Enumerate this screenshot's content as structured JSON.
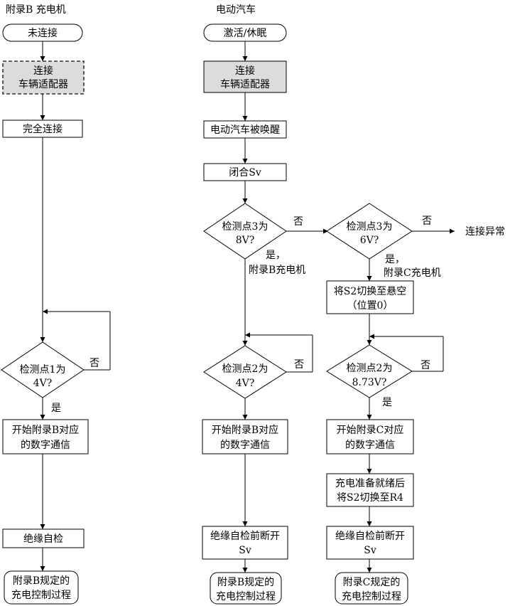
{
  "headers": {
    "left": "附录B 充电机",
    "right": "电动汽车"
  },
  "left": {
    "unconnected": "未连接",
    "connect_line1": "连接",
    "connect_line2": "车辆适配器",
    "full_connect": "完全连接",
    "check1_line1": "检测点1为",
    "check1_line2": "4V?",
    "no": "否",
    "yes": "是",
    "comm_line1": "开始附录B对应",
    "comm_line2": "的数字通信",
    "insulation": "绝缘自检",
    "proc_line1": "附录B规定的",
    "proc_line2": "充电控制过程"
  },
  "mid": {
    "wake": "激活/休眠",
    "connect_line1": "连接",
    "connect_line2": "车辆适配器",
    "ev_woken": "电动汽车被唤醒",
    "close_sv": "闭合Sv",
    "check3_line1": "检测点3为",
    "check3_line2": "8V?",
    "no": "否",
    "yes_line1": "是，",
    "yes_line2": "附录B充电机",
    "check2_line1": "检测点2为",
    "check2_line2": "4V?",
    "no2": "否",
    "comm_line1": "开始附录B对应",
    "comm_line2": "的数字通信",
    "insul_line1": "绝缘自检前断开",
    "insul_line2": "Sv",
    "proc_line1": "附录B规定的",
    "proc_line2": "充电控制过程"
  },
  "right": {
    "check3_line1": "检测点3为",
    "check3_line2": "6V?",
    "no": "否",
    "abnormal": "连接异常",
    "yes_line1": "是，",
    "yes_line2": "附录C充电机",
    "switch_line1": "将S2切换至悬空",
    "switch_line2": "（位置0）",
    "check2_line1": "检测点2为",
    "check2_line2": "8.73V?",
    "no2": "否",
    "yes2": "是",
    "comm_line1": "开始附录C对应",
    "comm_line2": "的数字通信",
    "ready_line1": "充电准备就绪后",
    "ready_line2": "将S2切换至R4",
    "insul_line1": "绝缘自检前断开",
    "insul_line2": "Sv",
    "proc_line1": "附录C规定的",
    "proc_line2": "充电控制过程"
  }
}
